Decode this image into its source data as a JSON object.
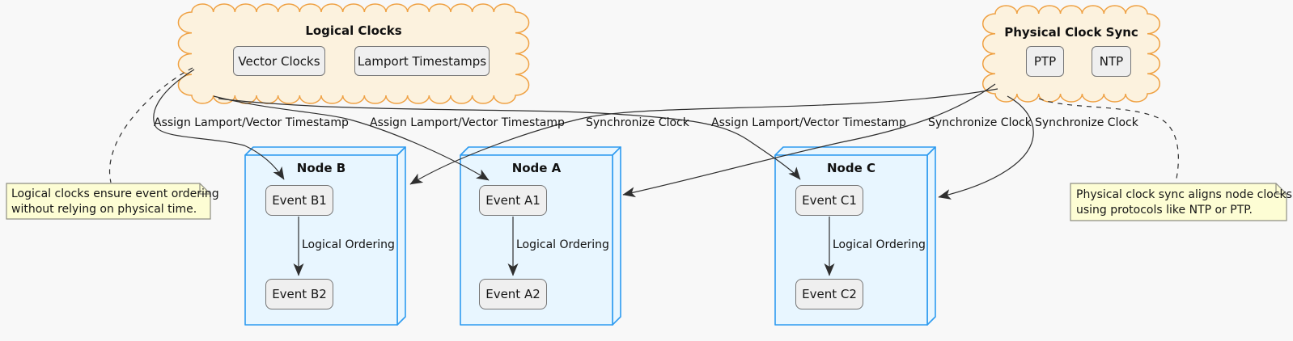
{
  "background_color": "#F8F8F8",
  "colors": {
    "cloud_fill": "#FCF2DE",
    "cloud_border": "#EFA143",
    "node_fill": "#E8F6FF",
    "node_border": "#2E9BF0",
    "box_fill": "#EFEFEF",
    "box_border": "#767676",
    "note_fill": "#FDFDD4",
    "note_border": "#8F8F83",
    "edge_color": "#2F2F2F"
  },
  "clouds": [
    {
      "title": "Logical Clocks",
      "items": [
        {
          "label": "Vector Clocks"
        },
        {
          "label": "Lamport Timestamps"
        }
      ]
    },
    {
      "title": "Physical Clock Sync",
      "items": [
        {
          "label": "PTP"
        },
        {
          "label": "NTP"
        }
      ]
    }
  ],
  "nodes": [
    {
      "title": "Node B",
      "event1": "Event B1",
      "event2": "Event B2",
      "ordering_label": "Logical Ordering"
    },
    {
      "title": "Node A",
      "event1": "Event A1",
      "event2": "Event A2",
      "ordering_label": "Logical Ordering"
    },
    {
      "title": "Node C",
      "event1": "Event C1",
      "event2": "Event C2",
      "ordering_label": "Logical Ordering"
    }
  ],
  "edges": {
    "labels": [
      {
        "text": "Assign Lamport/Vector Timestamp"
      },
      {
        "text": "Assign Lamport/Vector Timestamp"
      },
      {
        "text": "Synchronize Clock"
      },
      {
        "text": "Assign Lamport/Vector Timestamp"
      },
      {
        "text": "Synchronize Clock"
      },
      {
        "text": "Synchronize Clock"
      }
    ]
  },
  "notes": [
    {
      "lines": [
        "Logical clocks ensure event ordering",
        "without relying on physical time."
      ]
    },
    {
      "lines": [
        "Physical clock sync aligns node clocks",
        "using protocols like NTP or PTP."
      ]
    }
  ]
}
